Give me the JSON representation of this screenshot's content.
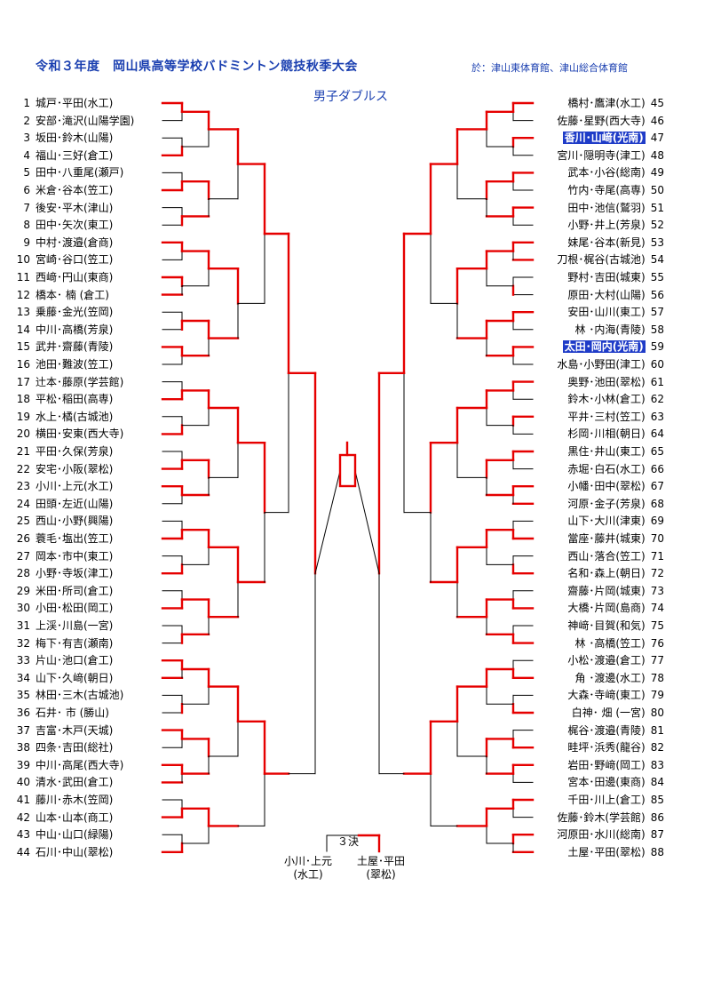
{
  "header": {
    "title": "令和３年度　岡山県高等学校バドミントン競技秋季大会",
    "venue": "於：津山東体育館、津山総合体育館",
    "category": "男子ダブルス"
  },
  "colors": {
    "accent": "#1a3fb0",
    "win_line": "#e60000",
    "highlight_bg": "#1f3cc8"
  },
  "left_entries": [
    {
      "num": "1",
      "name": "城戸･平田(水工)"
    },
    {
      "num": "2",
      "name": "安部･滝沢(山陽学園)"
    },
    {
      "num": "3",
      "name": "坂田･鈴木(山陽)"
    },
    {
      "num": "4",
      "name": "福山･三好(倉工)"
    },
    {
      "num": "5",
      "name": "田中･八重尾(瀬戸)"
    },
    {
      "num": "6",
      "name": "米倉･谷本(笠工)"
    },
    {
      "num": "7",
      "name": "後安･平木(津山)"
    },
    {
      "num": "8",
      "name": "田中･矢次(東工)"
    },
    {
      "num": "9",
      "name": "中村･渡邉(倉商)"
    },
    {
      "num": "10",
      "name": "宮崎･谷口(笠工)"
    },
    {
      "num": "11",
      "name": "西﨑･円山(東商)"
    },
    {
      "num": "12",
      "name": "橋本･ 楠 (倉工)"
    },
    {
      "num": "13",
      "name": "乗藤･金光(笠岡)"
    },
    {
      "num": "14",
      "name": "中川･高橋(芳泉)"
    },
    {
      "num": "15",
      "name": "武井･齋藤(青陵)"
    },
    {
      "num": "16",
      "name": "池田･難波(笠工)"
    },
    {
      "num": "17",
      "name": "辻本･藤原(学芸館)"
    },
    {
      "num": "18",
      "name": "平松･稲田(高専)"
    },
    {
      "num": "19",
      "name": "水上･橘(古城池)"
    },
    {
      "num": "20",
      "name": "横田･安東(西大寺)"
    },
    {
      "num": "21",
      "name": "平田･久保(芳泉)"
    },
    {
      "num": "22",
      "name": "安宅･小阪(翠松)"
    },
    {
      "num": "23",
      "name": "小川･上元(水工)"
    },
    {
      "num": "24",
      "name": "田頭･左近(山陽)"
    },
    {
      "num": "25",
      "name": "西山･小野(興陽)"
    },
    {
      "num": "26",
      "name": "蓑毛･塩出(笠工)"
    },
    {
      "num": "27",
      "name": "岡本･市中(東工)"
    },
    {
      "num": "28",
      "name": "小野･寺坂(津工)"
    },
    {
      "num": "29",
      "name": "米田･所司(倉工)"
    },
    {
      "num": "30",
      "name": "小田･松田(岡工)"
    },
    {
      "num": "31",
      "name": "上渓･川島(一宮)"
    },
    {
      "num": "32",
      "name": "梅下･有吉(瀬南)"
    },
    {
      "num": "33",
      "name": "片山･池口(倉工)"
    },
    {
      "num": "34",
      "name": "山下･久﨑(朝日)"
    },
    {
      "num": "35",
      "name": "林田･三木(古城池)"
    },
    {
      "num": "36",
      "name": "石井･ 市 (勝山)"
    },
    {
      "num": "37",
      "name": "吉富･木戸(天城)"
    },
    {
      "num": "38",
      "name": "四条･吉田(総社)"
    },
    {
      "num": "39",
      "name": "中川･高尾(西大寺)"
    },
    {
      "num": "40",
      "name": "清水･武田(倉工)"
    },
    {
      "num": "41",
      "name": "藤川･赤木(笠岡)"
    },
    {
      "num": "42",
      "name": "山本･山本(商工)"
    },
    {
      "num": "43",
      "name": "中山･山口(緑陽)"
    },
    {
      "num": "44",
      "name": "石川･中山(翠松)"
    }
  ],
  "right_entries": [
    {
      "num": "45",
      "name": "橋村･鷹津(水工)"
    },
    {
      "num": "46",
      "name": "佐藤･星野(西大寺)"
    },
    {
      "num": "47",
      "name": "香川･山﨑(光南)",
      "highlight": true
    },
    {
      "num": "48",
      "name": "宮川･隠明寺(津工)"
    },
    {
      "num": "49",
      "name": "武本･小谷(総南)"
    },
    {
      "num": "50",
      "name": "竹内･寺尾(高専)"
    },
    {
      "num": "51",
      "name": "田中･池信(鷲羽)"
    },
    {
      "num": "52",
      "name": "小野･井上(芳泉)"
    },
    {
      "num": "53",
      "name": "妹尾･谷本(新見)"
    },
    {
      "num": "54",
      "name": "刀根･梶谷(古城池)"
    },
    {
      "num": "55",
      "name": "野村･吉田(城東)"
    },
    {
      "num": "56",
      "name": "原田･大村(山陽)"
    },
    {
      "num": "57",
      "name": "安田･山川(東工)"
    },
    {
      "num": "58",
      "name": "林 ･内海(青陵)"
    },
    {
      "num": "59",
      "name": "太田･岡内(光南)",
      "highlight": true
    },
    {
      "num": "60",
      "name": "水島･小野田(津工)"
    },
    {
      "num": "61",
      "name": "奥野･池田(翠松)"
    },
    {
      "num": "62",
      "name": "鈴木･小林(倉工)"
    },
    {
      "num": "63",
      "name": "平井･三村(笠工)"
    },
    {
      "num": "64",
      "name": "杉岡･川相(朝日)"
    },
    {
      "num": "65",
      "name": "黒住･井山(東工)"
    },
    {
      "num": "66",
      "name": "赤堀･白石(水工)"
    },
    {
      "num": "67",
      "name": "小幡･田中(翠松)"
    },
    {
      "num": "68",
      "name": "河原･金子(芳泉)"
    },
    {
      "num": "69",
      "name": "山下･大川(津東)"
    },
    {
      "num": "70",
      "name": "當座･藤井(城東)"
    },
    {
      "num": "71",
      "name": "西山･落合(笠工)"
    },
    {
      "num": "72",
      "name": "名和･森上(朝日)"
    },
    {
      "num": "73",
      "name": "齋藤･片岡(城東)"
    },
    {
      "num": "74",
      "name": "大橋･片岡(島商)"
    },
    {
      "num": "75",
      "name": "神﨑･目賀(和気)"
    },
    {
      "num": "76",
      "name": "林 ･高橋(笠工)"
    },
    {
      "num": "77",
      "name": "小松･渡邉(倉工)"
    },
    {
      "num": "78",
      "name": "角 ･渡邊(水工)"
    },
    {
      "num": "79",
      "name": "大森･寺﨑(東工)"
    },
    {
      "num": "80",
      "name": "白神･ 畑 (一宮)"
    },
    {
      "num": "81",
      "name": "梶谷･渡邉(青陵)"
    },
    {
      "num": "82",
      "name": "畦坪･浜秀(龍谷)"
    },
    {
      "num": "83",
      "name": "岩田･野﨑(岡工)"
    },
    {
      "num": "84",
      "name": "宮本･田邊(東商)"
    },
    {
      "num": "85",
      "name": "千田･川上(倉工)"
    },
    {
      "num": "86",
      "name": "佐藤･鈴木(学芸館)"
    },
    {
      "num": "87",
      "name": "河原田･水川(総南)"
    },
    {
      "num": "88",
      "name": "土屋･平田(翠松)"
    }
  ],
  "third_place": {
    "label": "３決",
    "left_team": "小川･上元",
    "left_school": "(水工)",
    "right_team": "土屋･平田",
    "right_school": "(翠松)"
  }
}
